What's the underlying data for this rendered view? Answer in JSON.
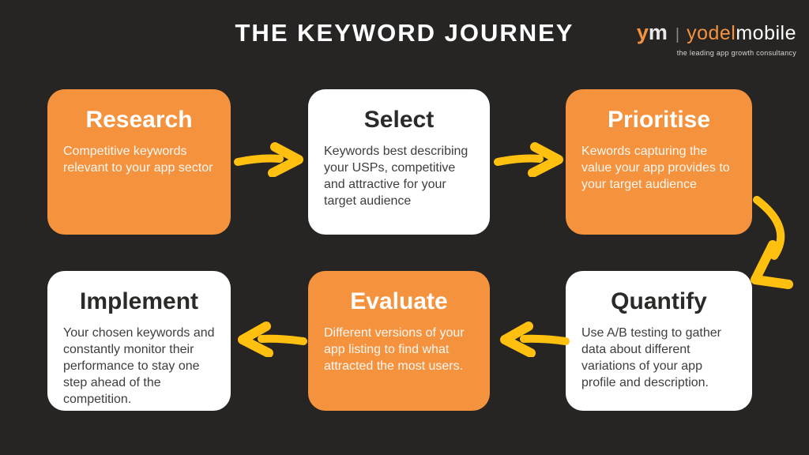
{
  "page": {
    "title": "THE KEYWORD JOURNEY",
    "background_color": "#272523"
  },
  "logo": {
    "mark_y": "y",
    "mark_m": "m",
    "separator": "|",
    "brand_part1": "yodel",
    "brand_part2": "mobile",
    "tagline": "the leading app growth consultancy"
  },
  "colors": {
    "card_orange": "#F5923E",
    "card_white": "#FFFFFF",
    "arrow_yellow": "#FFC010",
    "title_light": "#FFFFFF",
    "title_dark": "#2B2A28"
  },
  "cards": [
    {
      "id": "research",
      "variant": "orange",
      "title": "Research",
      "body": "Competitive keywords relevant to your app sector"
    },
    {
      "id": "select",
      "variant": "white",
      "title": "Select",
      "body": "Keywords best describing your USPs, competitive and attractive for your target audience"
    },
    {
      "id": "prioritise",
      "variant": "orange",
      "title": "Prioritise",
      "body": "Kewords capturing the value your app provides to your target audience"
    },
    {
      "id": "implement",
      "variant": "white",
      "title": "Implement",
      "body": "Your chosen keywords and constantly monitor their performance to stay one step ahead of the competition."
    },
    {
      "id": "evaluate",
      "variant": "orange",
      "title": "Evaluate",
      "body": "Different versions of your app listing to find what attracted the most users."
    },
    {
      "id": "quantify",
      "variant": "white",
      "title": "Quantify",
      "body": "Use A/B testing to gather data about different variations of your app profile and description."
    }
  ],
  "arrows": [
    {
      "icon": "arrow-right-icon",
      "from": "Research",
      "to": "Select"
    },
    {
      "icon": "arrow-right-icon",
      "from": "Select",
      "to": "Prioritise"
    },
    {
      "icon": "arrow-curved-down-left-icon",
      "from": "Prioritise",
      "to": "Quantify"
    },
    {
      "icon": "arrow-left-icon",
      "from": "Quantify",
      "to": "Evaluate"
    },
    {
      "icon": "arrow-left-icon",
      "from": "Evaluate",
      "to": "Implement"
    }
  ]
}
